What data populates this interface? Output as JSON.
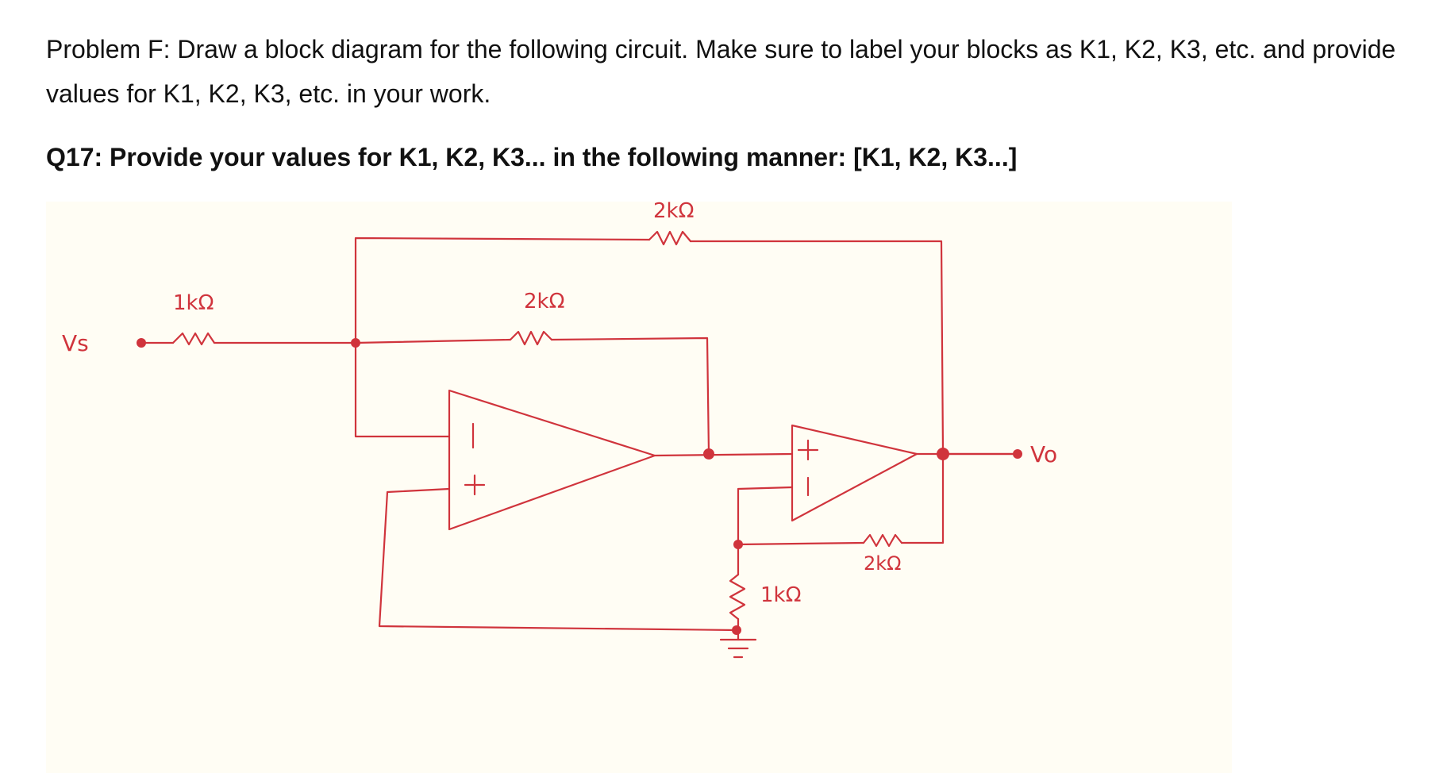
{
  "problem": {
    "text": "Problem F: Draw a block diagram for the following circuit. Make sure to label your blocks as K1, K2, K3, etc. and provide values for K1, K2, K3, etc. in your work."
  },
  "question": {
    "text": "Q17: Provide your values for K1, K2, K3... in the following manner: [K1, K2, K3...]"
  },
  "circuit": {
    "ink_color": "#d0343c",
    "paper_color": "#fffdf4",
    "labels": {
      "input": "Vs",
      "output": "Vo",
      "r_input": "1kΩ",
      "r_feedback_inner": "2kΩ",
      "r_feedback_outer": "2kΩ",
      "r_ground": "1kΩ",
      "r_feedback_second": "2kΩ",
      "plus": "+",
      "minus": "−"
    }
  }
}
